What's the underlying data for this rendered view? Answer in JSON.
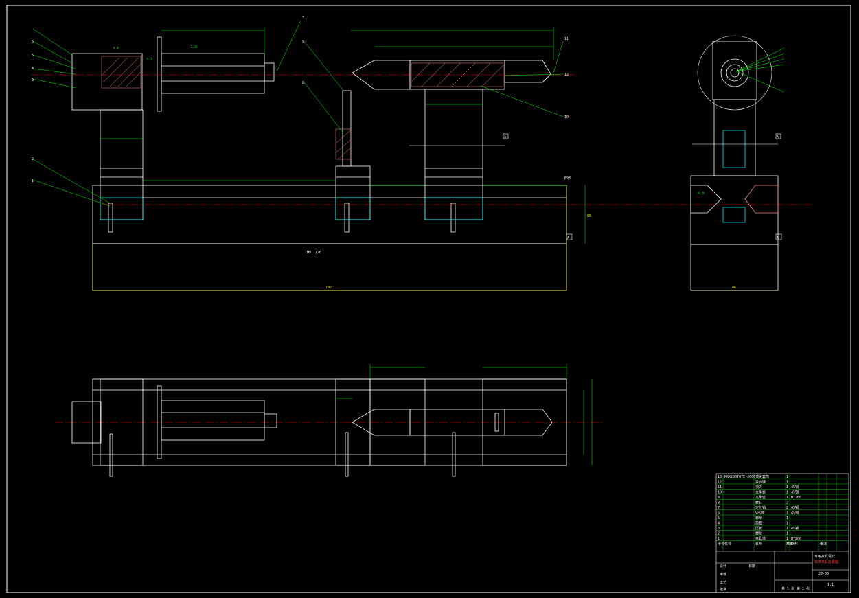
{
  "drawing": {
    "section_label": "A",
    "view_mark": "A",
    "dims": {
      "front_overall_length": "702",
      "front_height_right": "85",
      "base_note": "M8 1/20",
      "side_width": "46",
      "datum_note": "B98"
    },
    "part_balloons": [
      "1",
      "2",
      "3",
      "4",
      "5",
      "6",
      "7",
      "8",
      "9",
      "10",
      "11",
      "12"
    ],
    "roughness": [
      "0.8",
      "1.6",
      "3.2",
      "6.3"
    ]
  },
  "title_block": {
    "rows": [
      {
        "no": "13",
        "code": "KRX280T07E-2006",
        "name": "顶尖套筒",
        "qty": "1",
        "material": "",
        "note": ""
      },
      {
        "no": "12",
        "code": "",
        "name": "导向键",
        "qty": "1",
        "material": "",
        "note": ""
      },
      {
        "no": "11",
        "code": "",
        "name": "顶尖",
        "qty": "1",
        "material": "45钢",
        "note": ""
      },
      {
        "no": "10",
        "code": "",
        "name": "支承板",
        "qty": "1",
        "material": "45钢",
        "note": ""
      },
      {
        "no": "9",
        "code": "",
        "name": "支承座",
        "qty": "1",
        "material": "HT200",
        "note": ""
      },
      {
        "no": "8",
        "code": "",
        "name": "螺钉",
        "qty": "2",
        "material": "",
        "note": ""
      },
      {
        "no": "7",
        "code": "",
        "name": "定位销",
        "qty": "2",
        "material": "45钢",
        "note": ""
      },
      {
        "no": "6",
        "code": "",
        "name": "V形块",
        "qty": "1",
        "material": "45钢",
        "note": ""
      },
      {
        "no": "5",
        "code": "",
        "name": "螺母",
        "qty": "1",
        "material": "",
        "note": ""
      },
      {
        "no": "4",
        "code": "",
        "name": "垫圈",
        "qty": "1",
        "material": "",
        "note": ""
      },
      {
        "no": "3",
        "code": "",
        "name": "压板",
        "qty": "1",
        "material": "45钢",
        "note": ""
      },
      {
        "no": "2",
        "code": "",
        "name": "螺栓",
        "qty": "1",
        "material": "",
        "note": ""
      },
      {
        "no": "1",
        "code": "",
        "name": "夹具体",
        "qty": "1",
        "material": "HT200",
        "note": ""
      }
    ],
    "header": {
      "no": "序号",
      "code": "代号",
      "name": "名称",
      "qty": "数量",
      "material": "材料",
      "note": "备注"
    },
    "drawing_title": "铣床夹具总装图",
    "drawing_subtitle": "专用夹具设计",
    "drawing_no": "JJ-00",
    "scale": "1:1",
    "sheet": "共 1 张 第 1 张",
    "sign_labels": [
      "设计",
      "审核",
      "工艺",
      "批准",
      "日期"
    ]
  },
  "colors": {
    "line": "#ffffff",
    "dim": "#00ff00",
    "hidden": "#00ffff",
    "center": "#ff0000",
    "note": "#ffff00",
    "hatch": "#ff8888",
    "background": "#000000"
  }
}
